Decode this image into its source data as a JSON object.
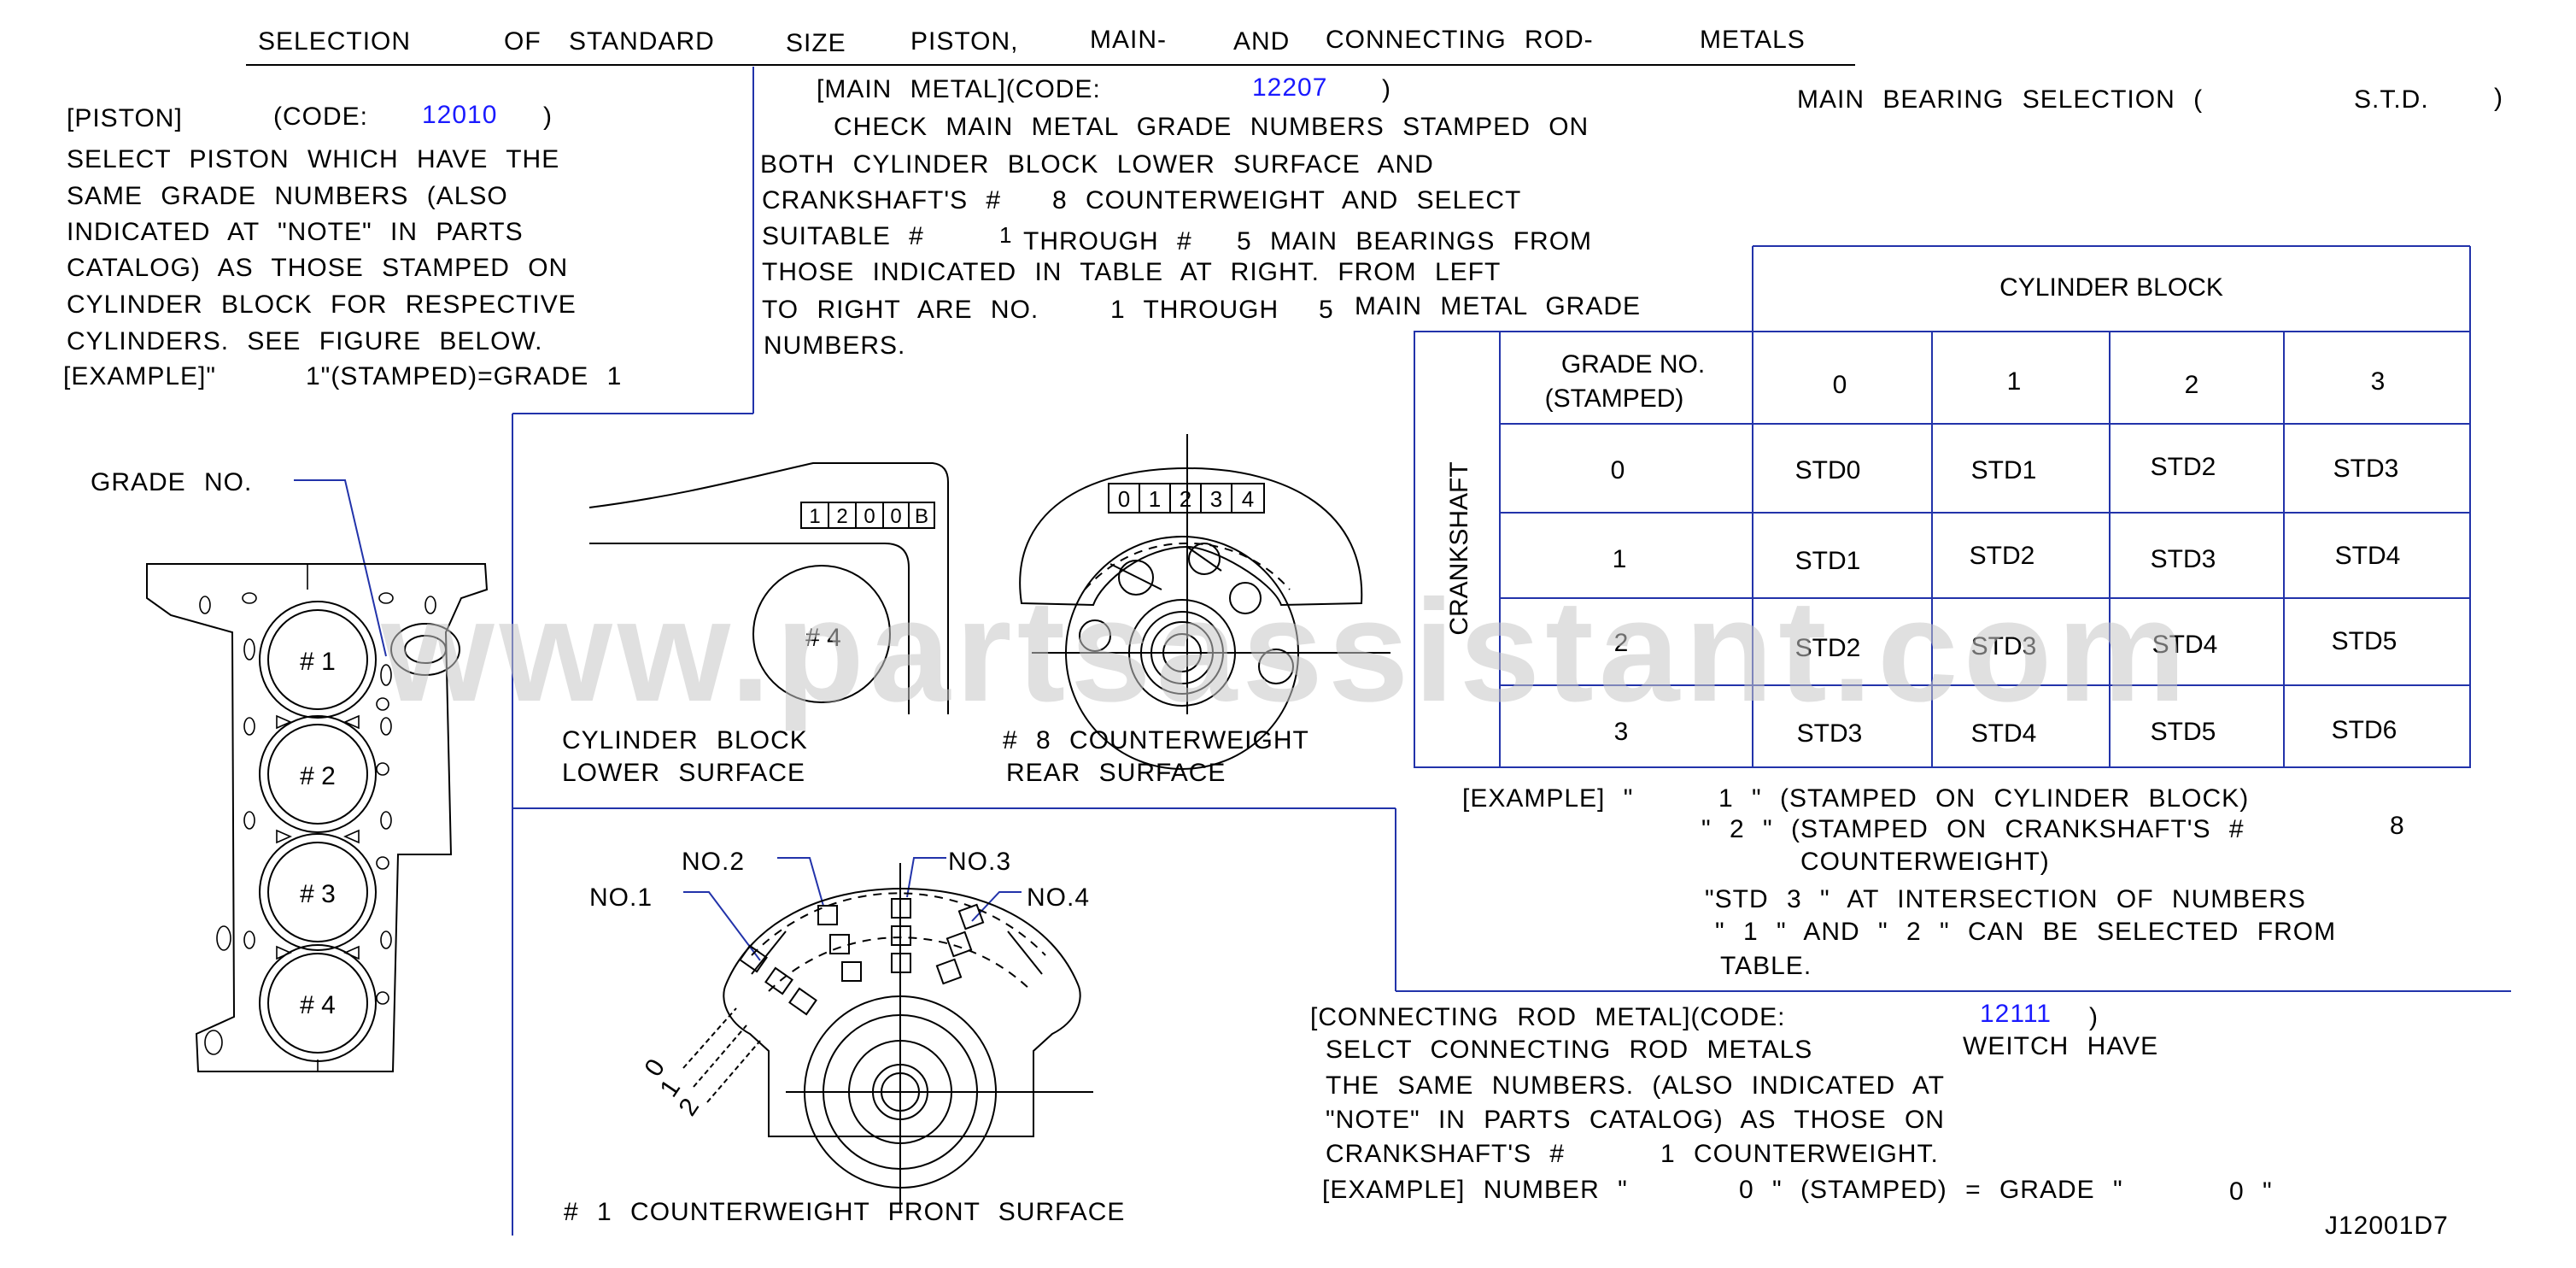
{
  "title": {
    "w1": "SELECTION",
    "w2": "OF",
    "w3": "STANDARD",
    "w4": "SIZE",
    "w5": "PISTON,",
    "w6": "MAIN-",
    "w7": "AND",
    "w8": "CONNECTING ROD-",
    "w9": "METALS"
  },
  "piston": {
    "head": "[PISTON]",
    "code_label": "(CODE:",
    "code": "12010",
    "code_close": ")",
    "lines": [
      "SELECT PISTON WHICH HAVE THE",
      "SAME GRADE NUMBERS (ALSO",
      "INDICATED AT \"NOTE\" IN PARTS",
      "CATALOG) AS THOSE STAMPED ON",
      "CYLINDER BLOCK FOR RESPECTIVE",
      "CYLINDERS.  SEE FIGURE BELOW."
    ],
    "example": "[EXAMPLE]\"",
    "example_val": "1\"(STAMPED)=GRADE  1"
  },
  "main_metal": {
    "head": "[MAIN  METAL](CODE:",
    "code": "12207",
    "code_close": ")",
    "l1": "CHECK  MAIN  METAL  GRADE  NUMBERS  STAMPED  ON",
    "l2": "BOTH  CYLINDER  BLOCK  LOWER  SURFACE  AND",
    "l3a": "CRANKSHAFT'S  #",
    "l3b": "8  COUNTERWEIGHT  AND  SELECT",
    "l4a": "SUITABLE  #",
    "l4b": "1",
    "l4c": "THROUGH  #",
    "l4d": "5  MAIN  BEARINGS  FROM",
    "l5": "THOSE  INDICATED  IN  TABLE  AT  RIGHT.  FROM  LEFT",
    "l6a": "TO  RIGHT  ARE  NO.",
    "l6b": "1 THROUGH",
    "l6c": "5",
    "l6d": "MAIN  METAL  GRADE",
    "l7": "NUMBERS."
  },
  "bearing": {
    "title_a": "MAIN  BEARING  SELECTION  (",
    "title_b": "S.T.D.",
    "title_c": ")",
    "cyl_header": "CYLINDER  BLOCK",
    "crank_header": "CRANKSHAFT",
    "grade_l1": "GRADE  NO.",
    "grade_l2": "(STAMPED)",
    "cols": [
      "0",
      "1",
      "2",
      "3"
    ],
    "rows": [
      {
        "g": "0",
        "v": [
          "STD0",
          "STD1",
          "STD2",
          "STD3"
        ]
      },
      {
        "g": "1",
        "v": [
          "STD1",
          "STD2",
          "STD3",
          "STD4"
        ]
      },
      {
        "g": "2",
        "v": [
          "STD2",
          "STD3",
          "STD4",
          "STD5"
        ]
      },
      {
        "g": "3",
        "v": [
          "STD3",
          "STD4",
          "STD5",
          "STD6"
        ]
      }
    ]
  },
  "example2": {
    "a": "[EXAMPLE]  \"",
    "b": "1 \"  (STAMPED  ON  CYLINDER  BLOCK)",
    "c": "\" 2 \"  (STAMPED  ON  CRANKSHAFT'S  #",
    "c2": "8",
    "d": "COUNTERWEIGHT)",
    "e": "\"STD    3  \"  AT  INTERSECTION  OF  NUMBERS",
    "f": "\" 1 \"  AND   \"  2  \"  CAN  BE  SELECTED  FROM",
    "g": "TABLE."
  },
  "conrod": {
    "head": "[CONNECTING  ROD  METAL](CODE:",
    "code": "12111",
    "code_close": ")",
    "l1a": "SELCT  CONNECTING  ROD  METALS",
    "l1b": "WEITCH  HAVE",
    "l2": "THE  SAME  NUMBERS.  (ALSO  INDICATED  AT",
    "l3": "\"NOTE\"  IN  PARTS  CATALOG)  AS  THOSE  ON",
    "l4a": "CRANKSHAFT'S  #",
    "l4b": "1 COUNTERWEIGHT.",
    "l5a": "[EXAMPLE]  NUMBER  \"",
    "l5b": "0  \"  (STAMPED)  =  GRADE  \"",
    "l5c": "0  \""
  },
  "fig": {
    "grade_no": "GRADE  NO.",
    "cyl": [
      "# 1",
      "# 2",
      "# 3",
      "# 4"
    ],
    "stamp_block": [
      "1",
      "2",
      "0",
      "0",
      "B"
    ],
    "cyl4": "# 4",
    "cyl_block_l1": "CYLINDER  BLOCK",
    "cyl_block_l2": "LOWER  SURFACE",
    "stamp_cw": [
      "0",
      "1",
      "2",
      "3",
      "4"
    ],
    "cw8_l1": "# 8  COUNTERWEIGHT",
    "cw8_l2": "REAR  SURFACE",
    "no1": "NO.1",
    "no2": "NO.2",
    "no3": "NO.3",
    "no4": "NO.4",
    "d0": "0",
    "d1": "1",
    "d2": "2",
    "cw1": "# 1  COUNTERWEIGHT  FRONT  SURFACE"
  },
  "watermark": "www.partsassistant.com",
  "ref": "J12001D7",
  "colors": {
    "accent": "#1a1aff",
    "frame": "#2233aa"
  }
}
